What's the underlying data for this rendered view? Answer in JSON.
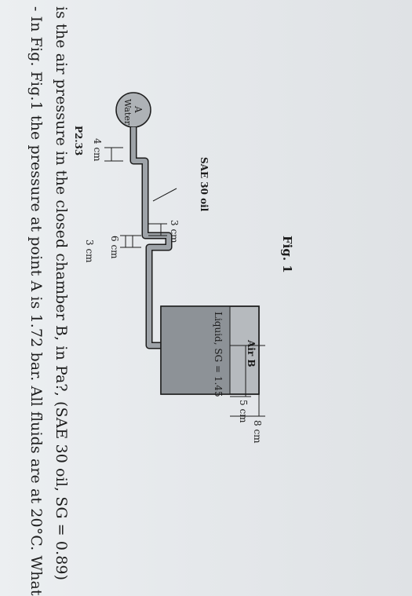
{
  "question": {
    "line1": "- In Fig. Fig.1 the pressure at point A is 1.72 bar. All fluids are at 20°C. What",
    "line2": "is the air pressure in the closed chamber B, in Pa?, (SAE 30 oil,  SG = 0.89)"
  },
  "figure": {
    "point_a": "A",
    "water": "Water",
    "oil": "SAE 30 oil",
    "dim_4cm": "4 cm",
    "dim_3cm_top": "3 cm",
    "dim_6cm": "6 cm",
    "dim_3cm_bottom": "3 cm",
    "air_b": "Air B",
    "liquid": "Liquid, SG = 1.45",
    "dim_5cm": "5 cm",
    "dim_8cm": "8 cm",
    "problem_id": "P2.33",
    "caption": "Fig. 1"
  },
  "colors": {
    "ink": "#1c1c1c",
    "tube_fill": "#9ea3a8",
    "chamber_air": "#b6babe",
    "liquid_fill": "#8d9297",
    "bulb_fill": "#aeb2b6"
  }
}
